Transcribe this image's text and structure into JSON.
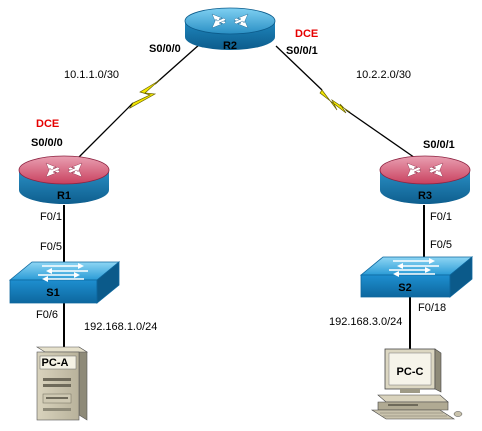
{
  "colors": {
    "router_r2": "#2a8fc4",
    "router_r1_r3": "#c9415f",
    "switch": "#1e8fd0",
    "serial_link": "#f2e600",
    "dce_label": "#e60000"
  },
  "devices": {
    "r1": "R1",
    "r2": "R2",
    "r3": "R3",
    "s1": "S1",
    "s2": "S2",
    "pc_a": "PC-A",
    "pc_c": "PC-C"
  },
  "links": {
    "r1_r2": {
      "network": "10.1.1.0/30",
      "r1_port": "S0/0/0",
      "r1_dce": "DCE",
      "r2_port": "S0/0/0"
    },
    "r2_r3": {
      "network": "10.2.2.0/30",
      "r2_port": "S0/0/1",
      "r2_dce": "DCE",
      "r3_port": "S0/0/1"
    },
    "r1_s1": {
      "r1_port": "F0/1",
      "s1_port": "F0/5"
    },
    "r3_s2": {
      "r3_port": "F0/1",
      "s2_port": "F0/5"
    },
    "s1_pca": {
      "s1_port": "F0/6",
      "network": "192.168.1.0/24"
    },
    "s2_pcc": {
      "s2_port": "F0/18",
      "network": "192.168.3.0/24"
    }
  },
  "icons": {
    "router": "router-icon",
    "switch": "switch-icon",
    "pc_tower": "pc-tower-icon",
    "pc_desktop": "desktop-computer-icon"
  }
}
